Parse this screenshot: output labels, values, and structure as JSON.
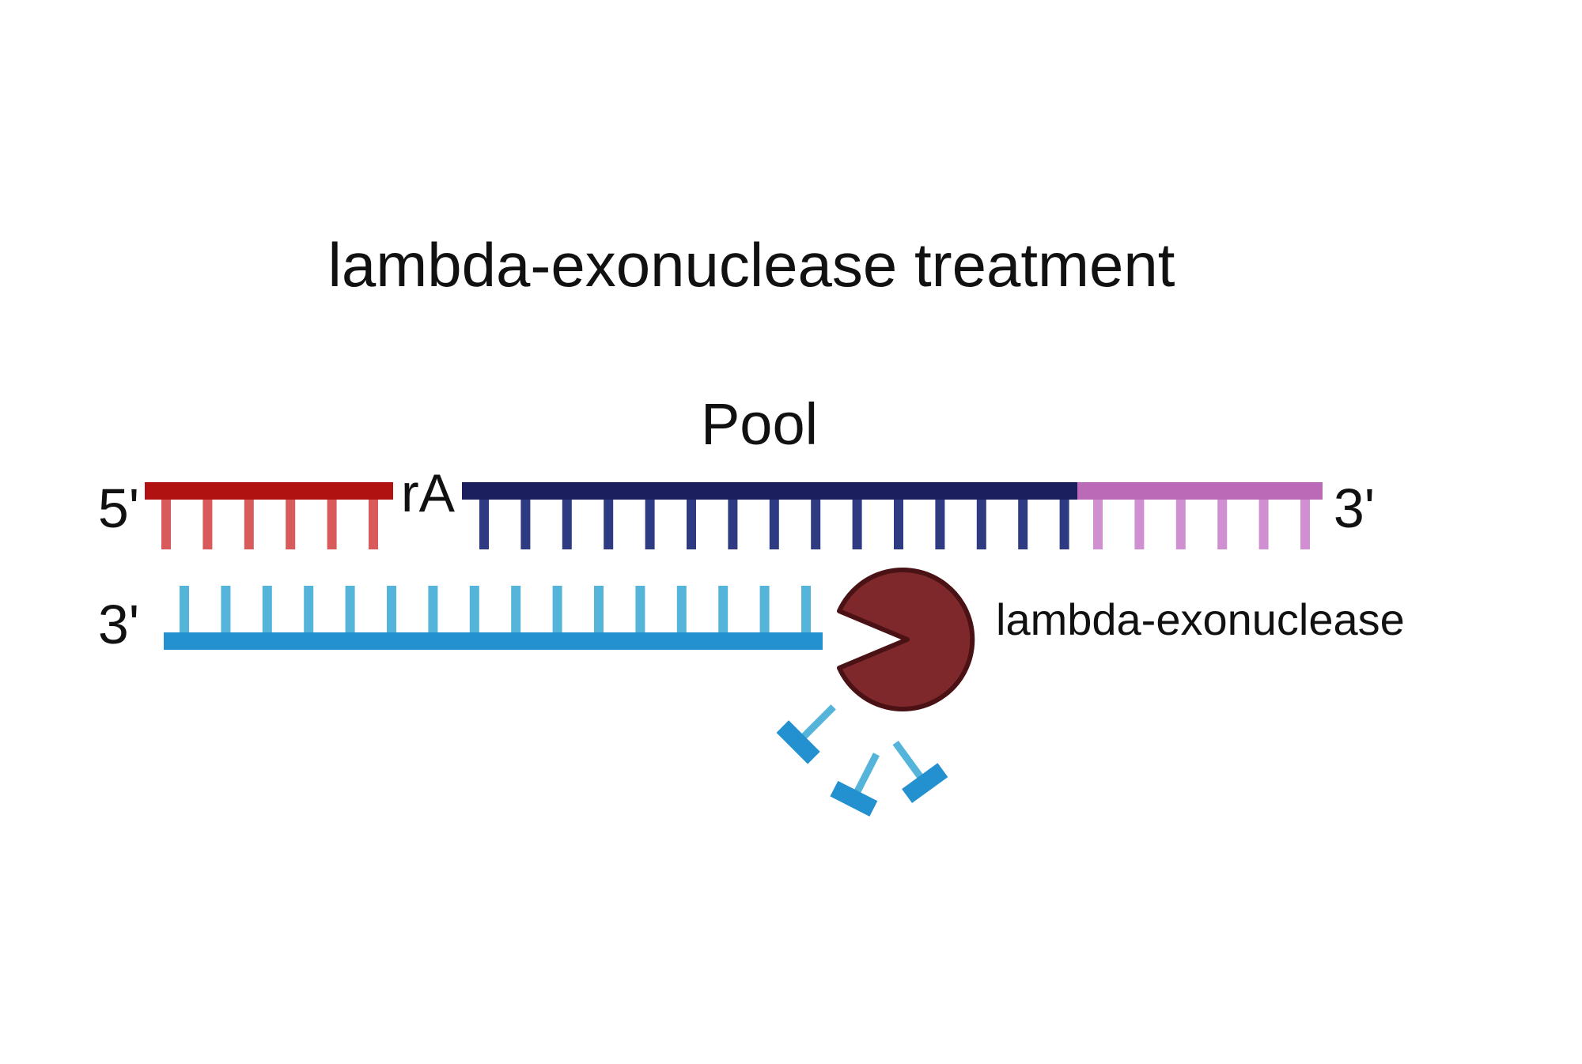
{
  "title": "lambda-exonuclease treatment",
  "labels": {
    "pool": "Pool",
    "ra": "rA",
    "top_left_end": "5'",
    "top_right_end": "3'",
    "bottom_left_end": "3'",
    "enzyme": "lambda-exonuclease"
  },
  "colors": {
    "top_left_backbone": "#b01111",
    "top_left_bases": "#d95a5a",
    "pool_backbone": "#1b1f5e",
    "pool_bases": "#2e3a82",
    "top_right_backbone": "#bb6ab8",
    "top_right_bases": "#cf8fd0",
    "bottom_backbone": "#2390cf",
    "bottom_bases": "#55b4da",
    "enzyme_fill": "#7e282b",
    "enzyme_stroke": "#4a1214",
    "fragment_backbone": "#2390cf",
    "fragment_base": "#55b4da"
  },
  "strands": {
    "top_left_base_count": 6,
    "pool_base_count": 15,
    "top_right_base_count": 6,
    "bottom_base_count": 16,
    "released_fragment_count": 3
  }
}
